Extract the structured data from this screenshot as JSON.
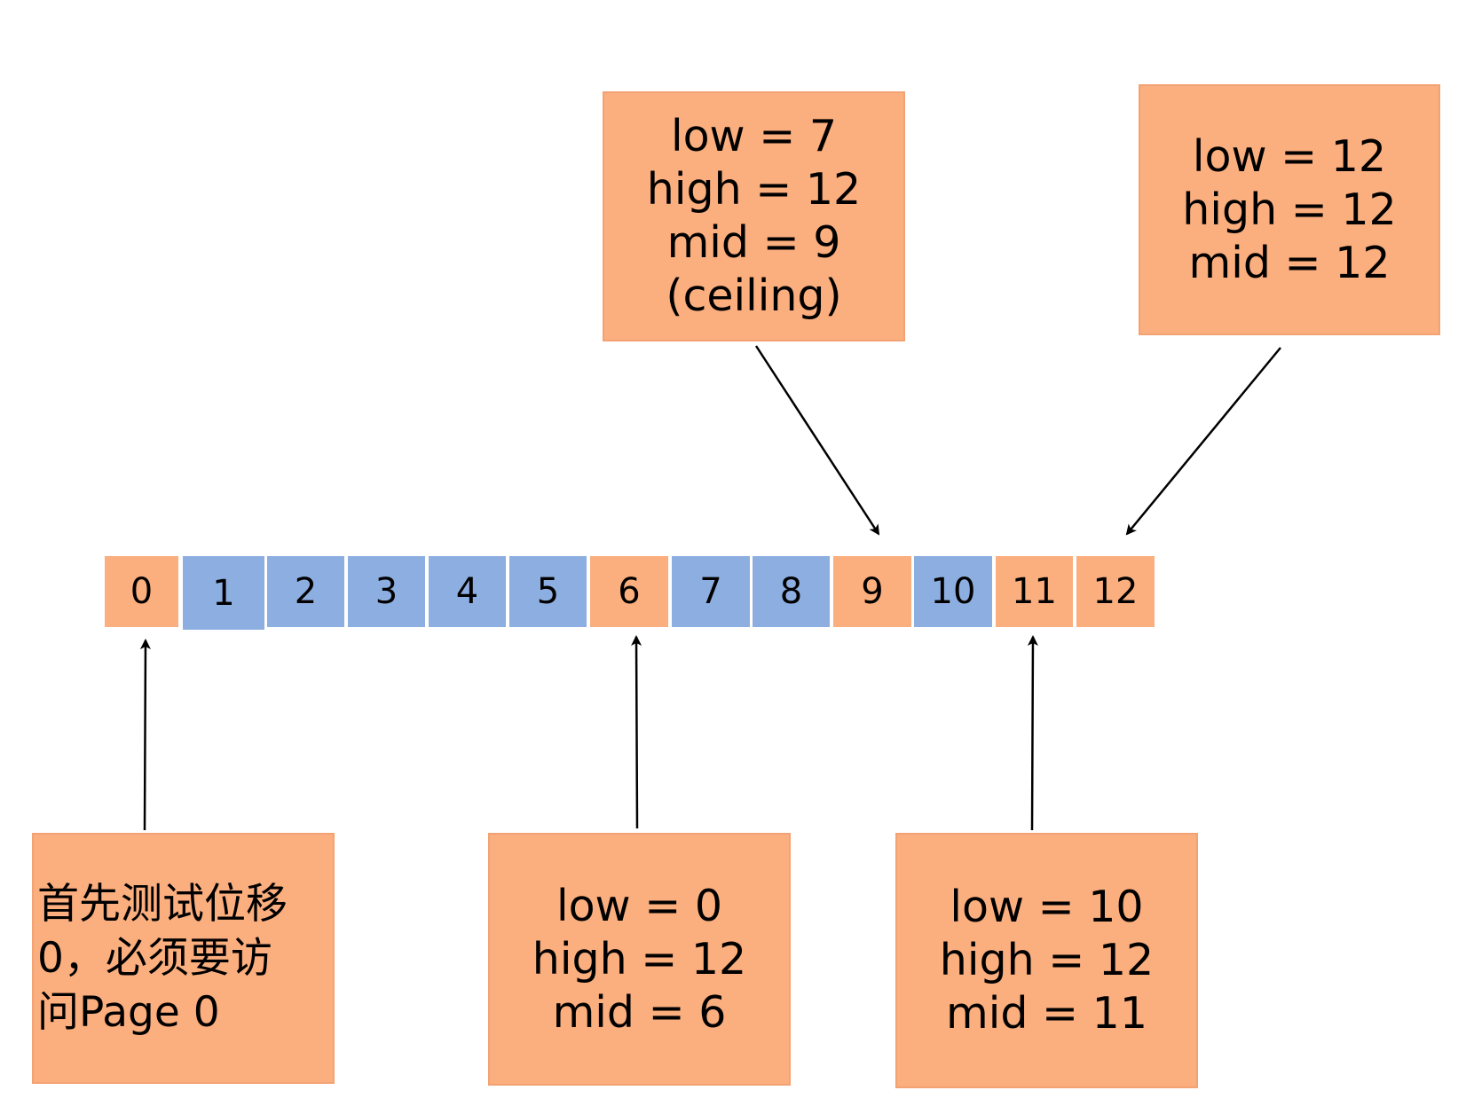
{
  "array": {
    "cells": [
      {
        "label": "0",
        "kind": "visited"
      },
      {
        "label": "1",
        "kind": "unvisited"
      },
      {
        "label": "2",
        "kind": "unvisited"
      },
      {
        "label": "3",
        "kind": "unvisited"
      },
      {
        "label": "4",
        "kind": "unvisited"
      },
      {
        "label": "5",
        "kind": "unvisited"
      },
      {
        "label": "6",
        "kind": "visited"
      },
      {
        "label": "7",
        "kind": "unvisited"
      },
      {
        "label": "8",
        "kind": "unvisited"
      },
      {
        "label": "9",
        "kind": "visited"
      },
      {
        "label": "10",
        "kind": "unvisited"
      },
      {
        "label": "11",
        "kind": "visited"
      },
      {
        "label": "12",
        "kind": "visited"
      }
    ],
    "colors": {
      "visited": "#FBAE7E",
      "unvisited": "#8DAEE0"
    }
  },
  "notes": {
    "step0": {
      "line1": "首先测试位移",
      "line2": "0，必须要访",
      "line3": "问Page 0"
    },
    "step1": {
      "line1": "low = 0",
      "line2": "high = 12",
      "line3": "mid = 6"
    },
    "step2": {
      "line1": "low = 7",
      "line2": "high = 12",
      "line3": "mid = 9",
      "line4": "(ceiling)"
    },
    "step3": {
      "line1": "low = 10",
      "line2": "high = 12",
      "line3": "mid = 11"
    },
    "step4": {
      "line1": "low = 12",
      "line2": "high = 12",
      "line3": "mid = 12"
    }
  }
}
